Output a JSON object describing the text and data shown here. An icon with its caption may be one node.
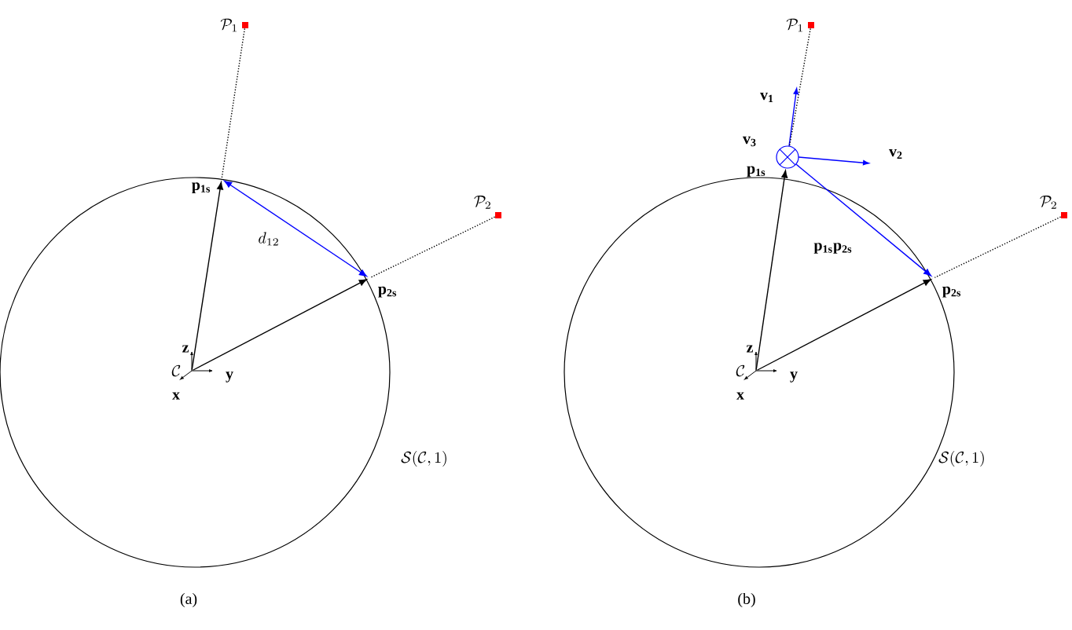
{
  "diagram": {
    "nodes": [
      {
        "text": [
          "\\mathcal{P}_1"
        ]
      },
      {
        "text": [
          "\\mathbf{p_{1s}}"
        ]
      },
      {
        "text": [
          "\\mathcal{P}_2"
        ]
      },
      {
        "text": [
          "\\mathbf{p_{2s}}"
        ]
      },
      {
        "text": [
          "\\mathcal{C}"
        ]
      },
      {
        "text": [
          "\\mathcal{P}_1"
        ]
      },
      {
        "text": [
          "\\mathbf{p_{1s}}"
        ]
      },
      {
        "text": [
          "\\mathcal{P}_2"
        ]
      },
      {
        "text": [
          "\\mathbf{p_{2s}}"
        ]
      },
      {
        "text": [
          "\\mathcal{C}"
        ]
      }
    ],
    "edges": [
      {
        "from": 0,
        "to": 1,
        "arrow": "none",
        "style": "dashed"
      },
      {
        "from": 2,
        "to": 3,
        "arrow": "none",
        "style": "dashed"
      },
      {
        "from": 4,
        "to": 1,
        "arrow": "to"
      },
      {
        "from": 4,
        "to": 3,
        "arrow": "to"
      },
      {
        "from": 1,
        "to": 3,
        "arrow": "both",
        "color": "#0000ff",
        "label": "d_{12}"
      },
      {
        "from": 5,
        "to": 6,
        "arrow": "none",
        "style": "dashed"
      },
      {
        "from": 7,
        "to": 8,
        "arrow": "none",
        "style": "dashed"
      },
      {
        "from": 9,
        "to": 6,
        "arrow": "to"
      },
      {
        "from": 9,
        "to": 8,
        "arrow": "to"
      },
      {
        "from": 6,
        "to": 8,
        "arrow": "to",
        "color": "#0000ff",
        "label": "\\mathbf{p_{1s}p_{2s}}"
      }
    ],
    "labels": [
      "\\mathbf{z}",
      "\\mathbf{y}",
      "\\mathbf{x}",
      "\\mathcal{S}(\\mathcal{C},1)",
      "(a)",
      "\\mathbf{z}",
      "\\mathbf{y}",
      "\\mathbf{x}",
      "\\mathbf{v_1}",
      "\\mathbf{v_2}",
      "\\mathbf{v_3}",
      "\\mathcal{S}(\\mathcal{C},1)",
      "(b)"
    ]
  }
}
